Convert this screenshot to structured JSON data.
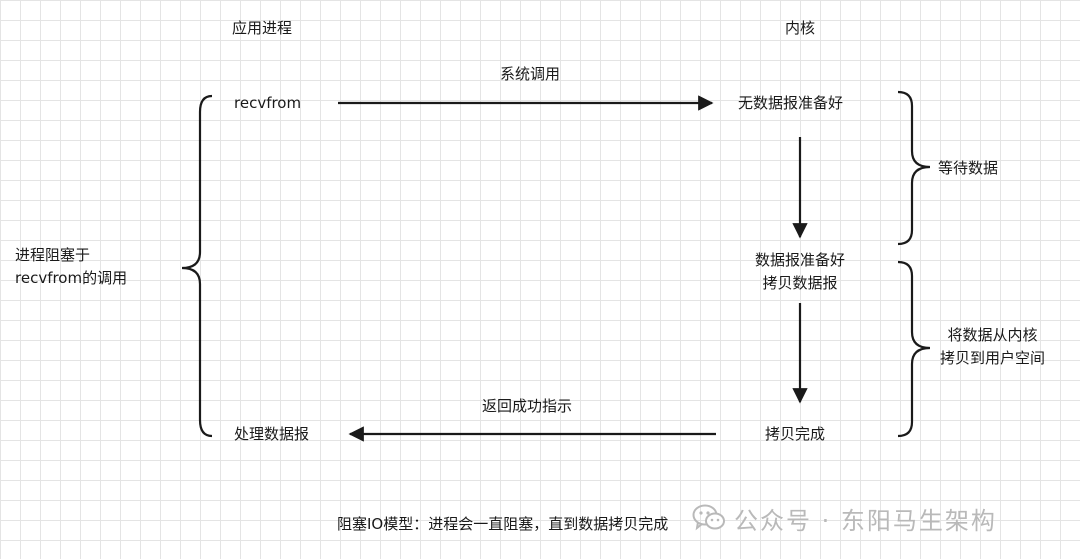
{
  "columns": {
    "app": "应用进程",
    "kernel": "内核"
  },
  "left": {
    "recvfrom": "recvfrom",
    "process_data": "处理数据报",
    "blocked_line1": "进程阻塞于",
    "blocked_line2": "recvfrom的调用"
  },
  "arrows": {
    "syscall": "系统调用",
    "return_success": "返回成功指示"
  },
  "kernel_steps": {
    "no_datagram": "无数据报准备好",
    "ready_line1": "数据报准备好",
    "ready_line2": "拷贝数据报",
    "copy_done": "拷贝完成"
  },
  "right": {
    "wait_data": "等待数据",
    "copy_line1": "将数据从内核",
    "copy_line2": "拷贝到用户空间"
  },
  "caption": "阻塞IO模型：进程会一直阻塞，直到数据拷贝完成",
  "watermark": {
    "icon": "wechat-icon",
    "text": "公众号 · 东阳马生架构"
  },
  "colors": {
    "stroke": "#1a1a1a",
    "grid": "#e4e4e4",
    "watermark": "#b9b9b9"
  }
}
